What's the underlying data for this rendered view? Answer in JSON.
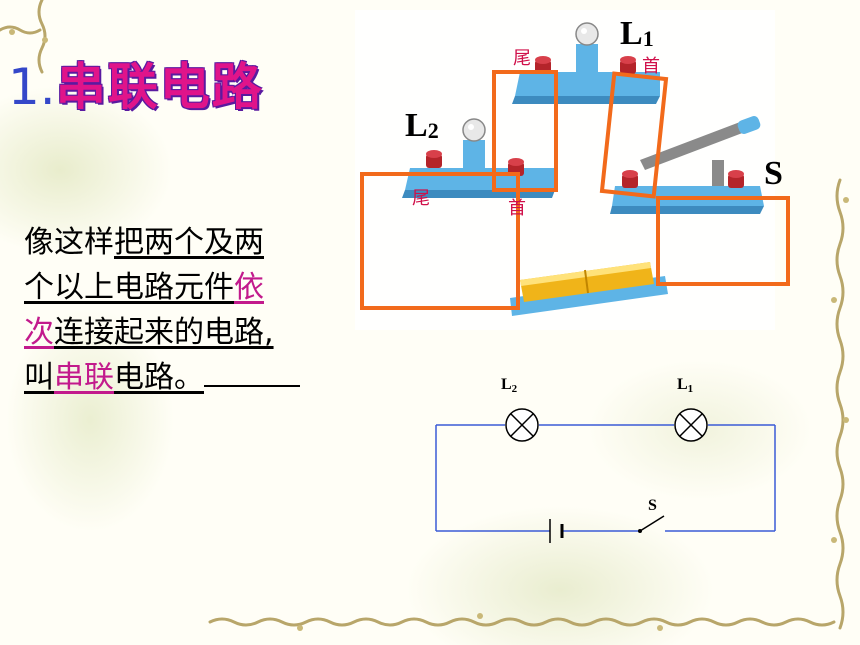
{
  "title": {
    "number": "1.",
    "text": "串联电路"
  },
  "description": {
    "line1_plain": "像这样",
    "line1_ul": "把两个及两",
    "line2_ul": "个以上电路元件",
    "line2_pink": "依",
    "line3_pink": "次",
    "line3_ul": "连接起来的电路,",
    "line4_ul": "叫",
    "line4_pink": "串联",
    "line4_tail": "电路。"
  },
  "photo": {
    "l1_label": "L",
    "l1_sub": "1",
    "l2_label": "L",
    "l2_sub": "2",
    "s_label": "S",
    "tail_top": "尾",
    "head_top": "首",
    "tail_bottom": "尾",
    "head_bottom": "首"
  },
  "schematic": {
    "l2_label": "L",
    "l2_sub": "2",
    "l1_label": "L",
    "l1_sub": "1",
    "s_label": "S"
  },
  "colors": {
    "title_pink": "#e0148a",
    "highlight": "#c21a8c",
    "box_orange": "#f26a1b",
    "wire_blue": "#3b5bd6"
  }
}
